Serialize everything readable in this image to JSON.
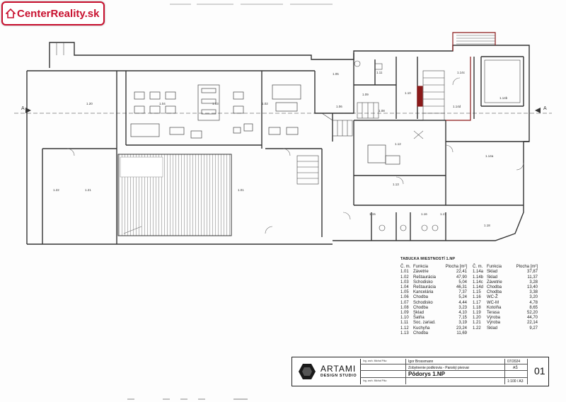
{
  "watermark": {
    "brand": "CenterReality.sk",
    "accent": "#c8102e"
  },
  "plan": {
    "section_marks": [
      "A",
      "A"
    ],
    "rooms": [
      "1.20",
      "1.04",
      "1.03",
      "1.02",
      "1.01",
      "1.05",
      "1.11",
      "1.09",
      "1.10",
      "1.14c",
      "1.14d",
      "1.14b",
      "1.06",
      "1.08",
      "1.12",
      "1.14a",
      "1.13",
      "1.21",
      "1.22",
      "1.15",
      "1.16",
      "1.17",
      "1.18"
    ],
    "highlight_color": "#8b1a1a"
  },
  "room_table": {
    "title": "TABUĽKA MIESTNOSTÍ 1.NP",
    "headers": [
      "Č. m.",
      "Funkcia",
      "Plocha [m²]",
      "Č. m.",
      "Funkcia",
      "Plocha [m²]"
    ],
    "left": [
      [
        "1.01",
        "Závetrie",
        "22,41"
      ],
      [
        "1.02",
        "Reštaurácia",
        "47,90"
      ],
      [
        "1.03",
        "Schodisko",
        "5,04"
      ],
      [
        "1.04",
        "Reštaurácia",
        "46,31"
      ],
      [
        "1.05",
        "Kancelária",
        "7,37"
      ],
      [
        "1.06",
        "Chodba",
        "5,24"
      ],
      [
        "1.07",
        "Schodisko",
        "4,44"
      ],
      [
        "1.08",
        "Chodba",
        "3,23"
      ],
      [
        "1.09",
        "Sklad",
        "4,10"
      ],
      [
        "1.10",
        "Šatňa",
        "7,15"
      ],
      [
        "1.11",
        "Soc. zariad.",
        "3,19"
      ],
      [
        "1.12",
        "Kuchyňa",
        "23,24"
      ],
      [
        "1.13",
        "Chodba",
        "11,69"
      ]
    ],
    "right": [
      [
        "1.14a",
        "Sklad",
        "37,87"
      ],
      [
        "1.14b",
        "Sklad",
        "11,37"
      ],
      [
        "1.14c",
        "Závetrie",
        "3,28"
      ],
      [
        "1.14d",
        "Chodba",
        "13,40"
      ],
      [
        "1.15",
        "Chodba",
        "3,38"
      ],
      [
        "1.16",
        "WC-Ž",
        "3,20"
      ],
      [
        "1.17",
        "WC-M",
        "4,78"
      ],
      [
        "1.18",
        "Kotolňa",
        "8,65"
      ],
      [
        "1.19",
        "Terasa",
        "52,20"
      ],
      [
        "1.20",
        "Výroba",
        "44,70"
      ],
      [
        "1.21",
        "Výroba",
        "22,14"
      ],
      [
        "1.22",
        "Sklad",
        "9,27"
      ]
    ]
  },
  "title_block": {
    "studio_name": "ARTAMI",
    "studio_sub": "DESIGN STUDIO",
    "author_label": "Ing. arch. Michal Pišo",
    "author_label2": "Ing. arch. Michal Pišo",
    "client": "Igor Brossmann",
    "project": "Zobytnenie podkrovia - Panský pivovar",
    "drawing": "Pôdorys 1.NP",
    "date": "07/2024",
    "stage": "AŠ",
    "scale": "1:100 / A3",
    "sheet_no": "01"
  }
}
